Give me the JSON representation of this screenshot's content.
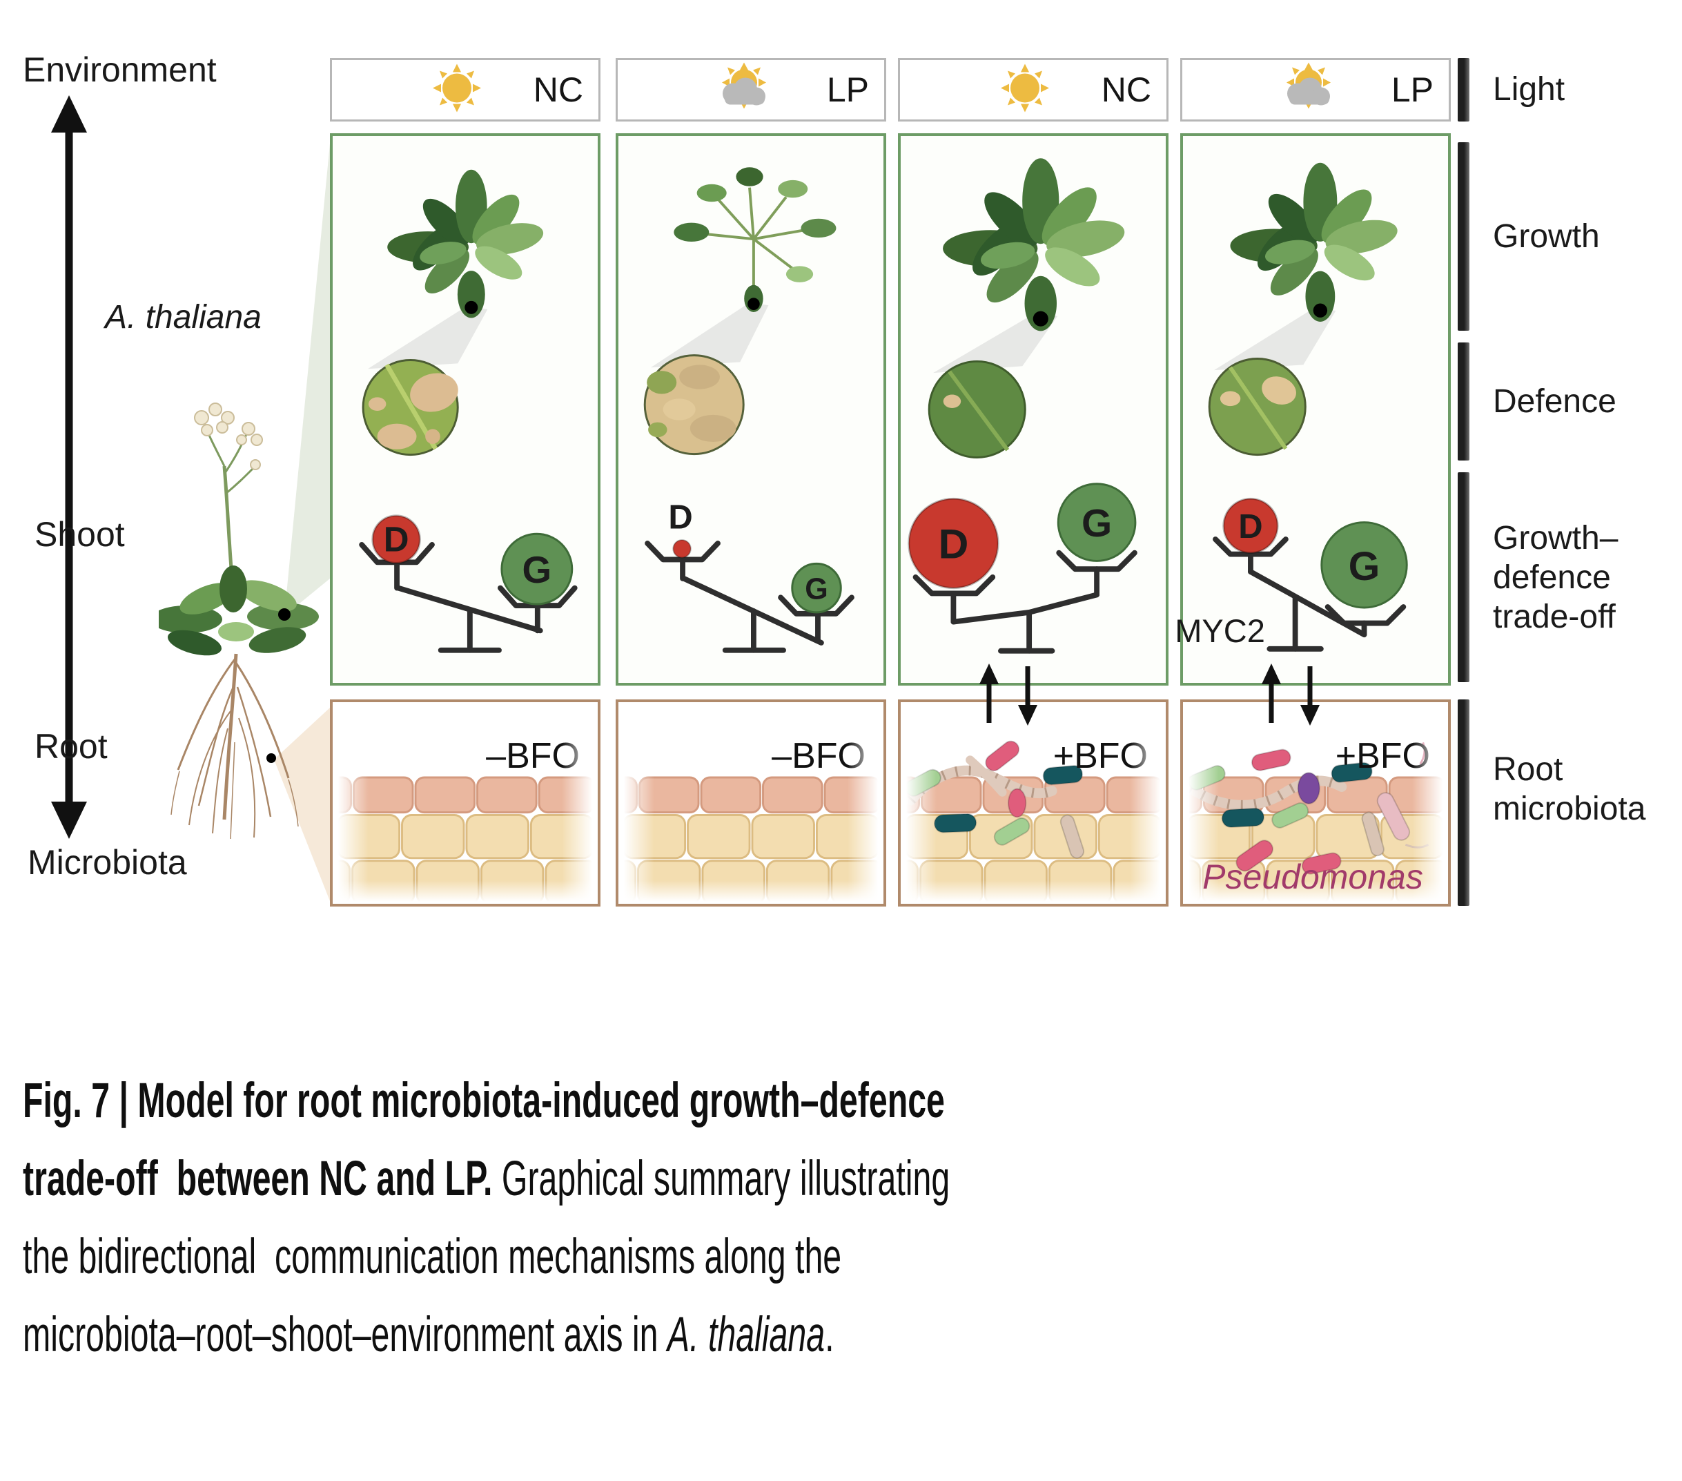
{
  "figure": {
    "left_axis": {
      "environment": "Environment",
      "species": "A. thaliana",
      "shoot": "Shoot",
      "root": "Root",
      "microbiota": "Microbiota"
    },
    "columns": [
      {
        "light_label": "NC",
        "light_icon": "sun-icon",
        "bfo_label": "–BFO",
        "d": "D",
        "g": "G"
      },
      {
        "light_label": "LP",
        "light_icon": "sun-cloud-icon",
        "bfo_label": "–BFO",
        "d": "D",
        "g": "G"
      },
      {
        "light_label": "NC",
        "light_icon": "sun-icon",
        "bfo_label": "+BFO",
        "d": "D",
        "g": "G"
      },
      {
        "light_label": "LP",
        "light_icon": "sun-cloud-icon",
        "bfo_label": "+BFO",
        "d": "D",
        "g": "G",
        "myc2": "MYC2",
        "pseudomonas": "Pseudomonas"
      }
    ],
    "right_axis": {
      "light": "Light",
      "growth": "Growth",
      "defence": "Defence",
      "tradeoff_l1": "Growth–",
      "tradeoff_l2": "defence",
      "tradeoff_l3": "trade-off",
      "root_l1": "Root",
      "root_l2": "microbiota"
    }
  },
  "caption": {
    "l1": "Fig. 7 | Model for root microbiota-induced growth–defence",
    "l2_bold": "trade-off  between NC and LP.",
    "l2_rest": " Graphical summary illustrating",
    "l3": "the bidirectional  communication mechanisms along the",
    "l4_start": "microbiota–root–shoot–environment axis in ",
    "l4_italic": "A. thaliana",
    "l4_end": "."
  },
  "colors": {
    "defence_red": "#c8392e",
    "growth_green": "#5f9154",
    "growth_box_border": "#6d9c66",
    "root_box_border": "#b08a6b",
    "header_box_border": "#b7b7b7",
    "sun_yellow": "#edbb41",
    "cloud_gray": "#b9b9b9",
    "pseudomonas_text": "#a13a6a",
    "bacteria_pink": "#e05d7c",
    "bacteria_teal": "#15565e",
    "bacteria_green": "#a2cf92",
    "bacteria_purple": "#7a4a9e",
    "hypha_beige": "#dfcabc",
    "cell_pink": "#eab79f",
    "cell_tan": "#f3ddb0"
  }
}
